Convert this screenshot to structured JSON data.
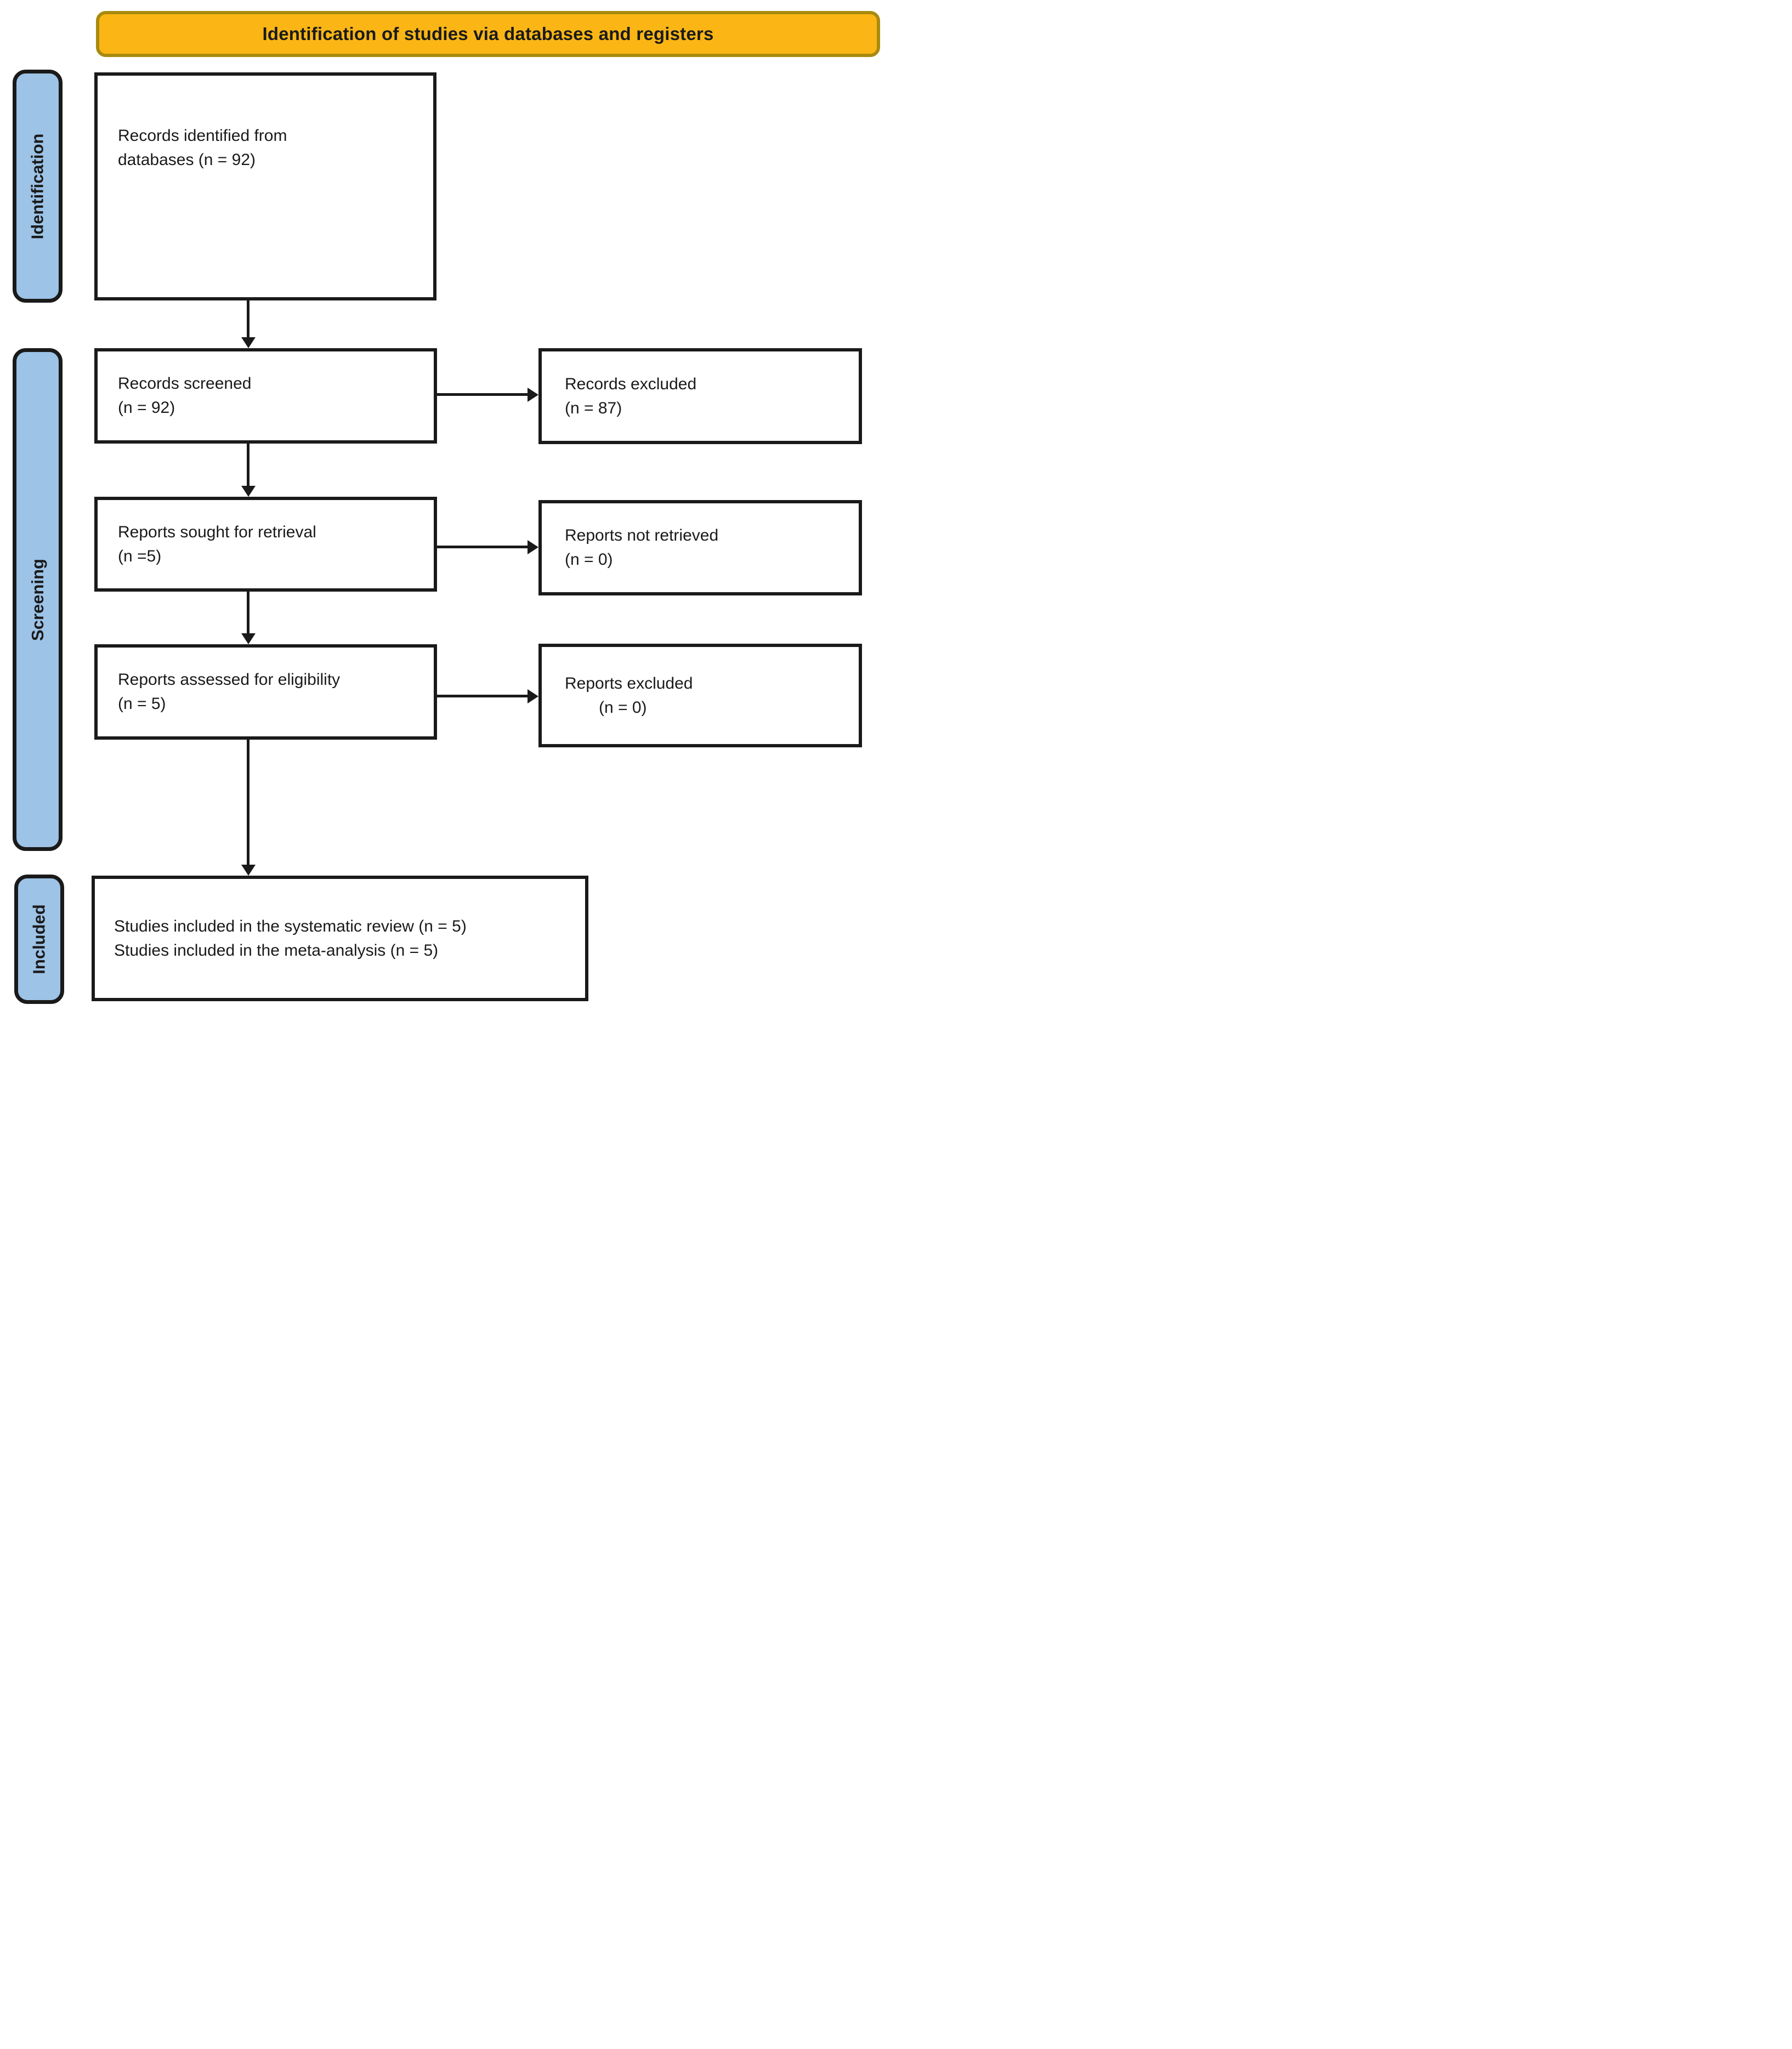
{
  "header": {
    "label": "Identification of studies via databases and registers"
  },
  "stages": {
    "identification": "Identification",
    "screening": "Screening",
    "included": "Included"
  },
  "boxes": {
    "records_identified": {
      "line1": "Records identified from",
      "line2": "databases (n = 92)"
    },
    "records_screened": {
      "line1": "Records screened",
      "line2": "(n = 92)"
    },
    "reports_sought": {
      "line1": "Reports sought for retrieval",
      "line2": "(n =5)"
    },
    "reports_assessed": {
      "line1": "Reports assessed for eligibility",
      "line2": "(n = 5)"
    },
    "records_excluded": {
      "line1": "Records excluded",
      "line2": "(n = 87)"
    },
    "reports_not_retrieved": {
      "line1": "Reports not retrieved",
      "line2": "(n = 0)"
    },
    "reports_excluded": {
      "line1": "Reports excluded",
      "line2": "(n = 0)"
    },
    "studies_included": {
      "line1": "Studies included in the systematic review (n = 5)",
      "line2": "Studies included in the meta-analysis (n = 5)"
    }
  },
  "colors": {
    "stage_fill": "#9DC3E6",
    "header_fill": "#FBB615",
    "header_border": "#A88B0E",
    "line": "#1A1A1A",
    "bg": "#FFFFFF"
  }
}
